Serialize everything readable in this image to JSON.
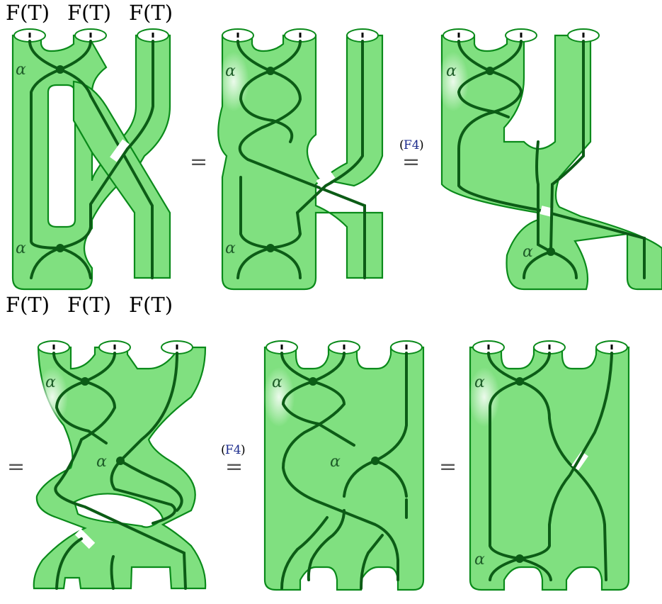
{
  "labels": {
    "vertex": "α",
    "top_object": "F(T)",
    "bottom_object": "F(T)",
    "equals": "=",
    "relation_ref": "F4"
  }
}
